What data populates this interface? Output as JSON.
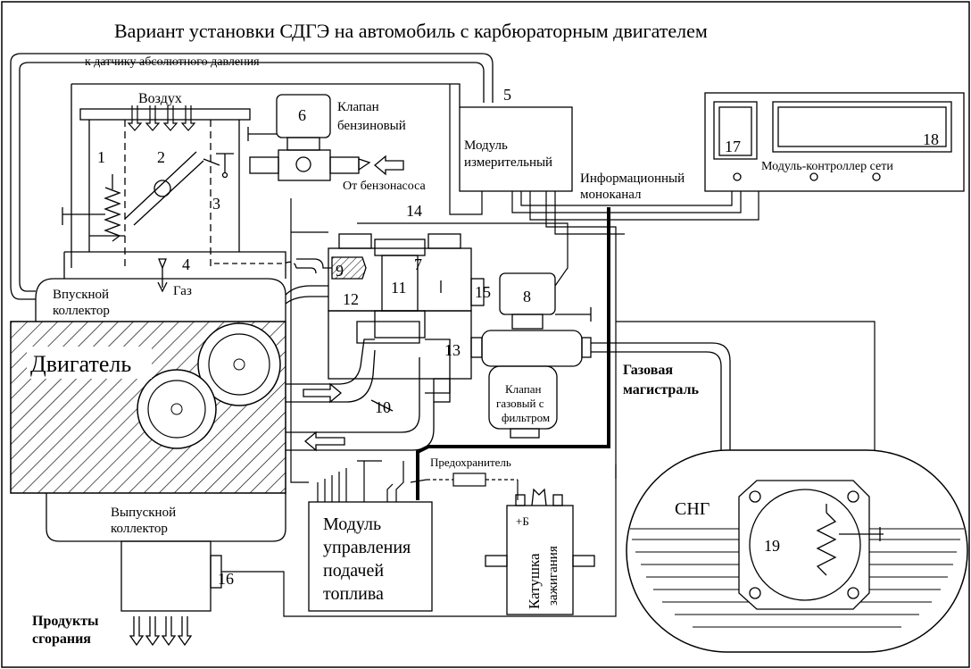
{
  "title": "Вариант установки СДГЭ на автомобиль с карбюраторным двигателем",
  "labels": {
    "pressure_sensor": "к датчику абсолютного давления",
    "air": "Воздух",
    "petrol_valve_1": "Клапан",
    "petrol_valve_2": "бензиновый",
    "from_pump": "От бензонасоса",
    "meas_module_1": "Модуль",
    "meas_module_2": "измерительный",
    "info_channel_1": "Информационный",
    "info_channel_2": "моноканал",
    "controller": "Модуль-контроллер сети",
    "intake_1": "Впускной",
    "intake_2": "коллектор",
    "gas": "Газ",
    "engine": "Двигатель",
    "gas_line_1": "Газовая",
    "gas_line_2": "магистраль",
    "gas_valve_1": "Клапан",
    "gas_valve_2": "газовый с",
    "gas_valve_3": "фильтром",
    "fuse": "Предохранитель",
    "plus_b": "+Б",
    "coil_1": "Катушка",
    "coil_2": "зажигания",
    "exhaust_1": "Выпускной",
    "exhaust_2": "коллектор",
    "ecu_1": "Модуль",
    "ecu_2": "управления",
    "ecu_3": "подачей",
    "ecu_4": "топлива",
    "products_1": "Продукты",
    "products_2": "сгорания",
    "tank": "СНГ"
  },
  "numbers": [
    "1",
    "2",
    "3",
    "4",
    "5",
    "6",
    "7",
    "8",
    "9",
    "10",
    "11",
    "12",
    "13",
    "14",
    "15",
    "16",
    "17",
    "18",
    "19"
  ]
}
